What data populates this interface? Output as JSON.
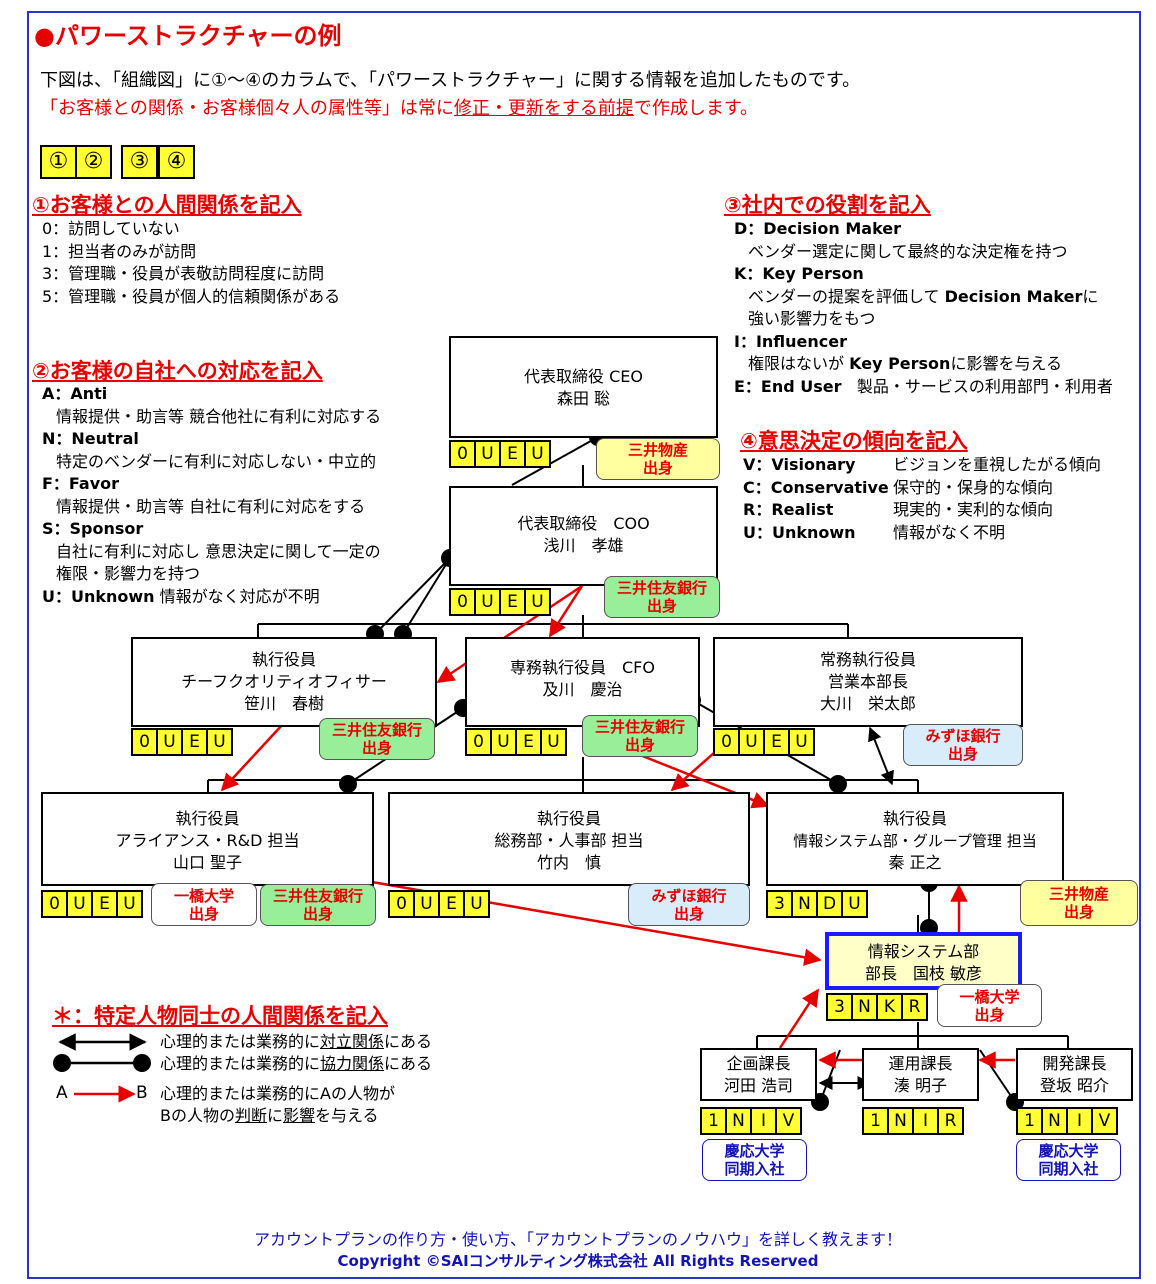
{
  "title": "●パワーストラクチャーの例",
  "intro": {
    "line1": "下図は、「組織図」に①～④のカラムで、「パワーストラクチャー」に関する情報を追加したものです。",
    "line2a": "「お客様との関係・お客様個々人の属性等」は常に",
    "line2b": "修正・更新をする前提",
    "line2c": "で作成します。"
  },
  "column_markers": [
    "①",
    "②",
    "③",
    "④"
  ],
  "legend1": {
    "heading": "①お客様との人間関係を記入",
    "items": [
      "0：訪問していない",
      "1：担当者のみが訪問",
      "3：管理職・役員が表敬訪問程度に訪問",
      "5：管理職・役員が個人的信頼関係がある"
    ]
  },
  "legend2": {
    "heading": "②お客様の自社への対応を記入",
    "items": [
      {
        "code": "A：Anti",
        "desc": "情報提供・助言等 競合他社に有利に対応する"
      },
      {
        "code": "N：Neutral",
        "desc": "特定のベンダーに有利に対応しない・中立的"
      },
      {
        "code": "F：Favor",
        "desc": "情報提供・助言等 自社に有利に対応をする"
      },
      {
        "code": "S：Sponsor",
        "desc": "自社に有利に対応し 意思決定に関して一定の",
        "desc2": "権限・影響力を持つ"
      },
      {
        "code": "U：Unknown",
        "desc": "情報がなく対応が不明"
      }
    ]
  },
  "legend3": {
    "heading": "③社内での役割を記入",
    "d_code": "D：Decision Maker",
    "d_desc": "ベンダー選定に関して最終的な決定権を持つ",
    "k_code": "K：Key Person",
    "k_desc_a": "ベンダーの提案を評価して ",
    "k_desc_b": "Decision Maker",
    "k_desc_c": "に",
    "k_desc2": "強い影響力をもつ",
    "i_code": "I：Influencer",
    "i_desc_a": "権限はないが ",
    "i_desc_b": "Key Person",
    "i_desc_c": "に影響を与える",
    "e_code": "E：End User",
    "e_desc": "製品・サービスの利用部門・利用者"
  },
  "legend4": {
    "heading": "④意思決定の傾向を記入",
    "items": [
      {
        "code": "V：Visionary",
        "desc": "ビジョンを重視したがる傾向"
      },
      {
        "code": "C：Conservative",
        "desc": "保守的・保身的な傾向"
      },
      {
        "code": "R：Realist",
        "desc": "現実的・実利的な傾向"
      },
      {
        "code": "U：Unknown",
        "desc": "情報がなく不明"
      }
    ]
  },
  "legend5": {
    "heading": "＊：特定人物同士の人間関係を記入",
    "oppose_a": "心理的または業務的に",
    "oppose_b": "対立関係",
    "oppose_c": "にある",
    "coop_a": "心理的または業務的に",
    "coop_b": "協力関係",
    "coop_c": "にある",
    "influence1": "心理的または業務的にAの人物が",
    "influence2_a": "Bの人物の",
    "influence2_b": "判断",
    "influence2_c": "に",
    "influence2_d": "影響",
    "influence2_e": "を与える",
    "label_a": "A",
    "label_b": "B"
  },
  "nodes": {
    "ceo": {
      "l1": "代表取締役 CEO",
      "l2": "森田 聡",
      "attr": [
        "0",
        "U",
        "E",
        "U"
      ],
      "tag": "三井物産\n出身"
    },
    "coo": {
      "l1": "代表取締役　COO",
      "l2": "浅川　孝雄",
      "attr": [
        "0",
        "U",
        "E",
        "U"
      ],
      "tag": "三井住友銀行\n出身"
    },
    "cqo": {
      "l1": "執行役員",
      "l2": "チーフクオリティオフィサー",
      "l3": "笹川　春樹",
      "attr": [
        "0",
        "U",
        "E",
        "U"
      ],
      "tag": "三井住友銀行\n出身"
    },
    "cfo": {
      "l1": "専務執行役員　CFO",
      "l2": "及川　慶治",
      "attr": [
        "0",
        "U",
        "E",
        "U"
      ],
      "tag": "三井住友銀行\n出身"
    },
    "sales": {
      "l1": "常務執行役員",
      "l2": "営業本部長",
      "l3": "大川　栄太郎",
      "attr": [
        "0",
        "U",
        "E",
        "U"
      ],
      "tag": "みずほ銀行\n出身"
    },
    "rd": {
      "l1": "執行役員",
      "l2": "アライアンス・R&D 担当",
      "l3": "山口 聖子",
      "attr": [
        "0",
        "U",
        "E",
        "U"
      ],
      "tag1": "一橋大学\n出身",
      "tag2": "三井住友銀行\n出身"
    },
    "hr": {
      "l1": "執行役員",
      "l2": "総務部・人事部 担当",
      "l3": "竹内　慎",
      "attr": [
        "0",
        "U",
        "E",
        "U"
      ],
      "tag": "みずほ銀行\n出身"
    },
    "is": {
      "l1": "執行役員",
      "l2": "情報システム部・グループ管理 担当",
      "l3": "秦 正之",
      "attr": [
        "3",
        "N",
        "D",
        "U"
      ],
      "tag": "三井物産\n出身"
    },
    "isdir": {
      "l1": "情報システム部",
      "l2": "部長　国枝 敏彦",
      "attr": [
        "3",
        "N",
        "K",
        "R"
      ],
      "tag": "一橋大学\n出身"
    },
    "plan": {
      "l1": "企画課長",
      "l2": "河田 浩司",
      "attr": [
        "1",
        "N",
        "I",
        "V"
      ],
      "tag": "慶応大学\n同期入社"
    },
    "ops": {
      "l1": "運用課長",
      "l2": "湊 明子",
      "attr": [
        "1",
        "N",
        "I",
        "R"
      ]
    },
    "dev": {
      "l1": "開発課長",
      "l2": "登坂 昭介",
      "attr": [
        "1",
        "N",
        "I",
        "V"
      ],
      "tag": "慶応大学\n同期入社"
    }
  },
  "footer": {
    "line1": "アカウントプランの作り方・使い方、「アカウントプランのノウハウ」を詳しく教えます！",
    "line2": "Copyright ©SAIコンサルティング株式会社 All Rights Reserved"
  },
  "colors": {
    "red": "#e60000",
    "navy": "#1414b4",
    "yellow": "#ffff33",
    "frame": "#2b33c9"
  }
}
